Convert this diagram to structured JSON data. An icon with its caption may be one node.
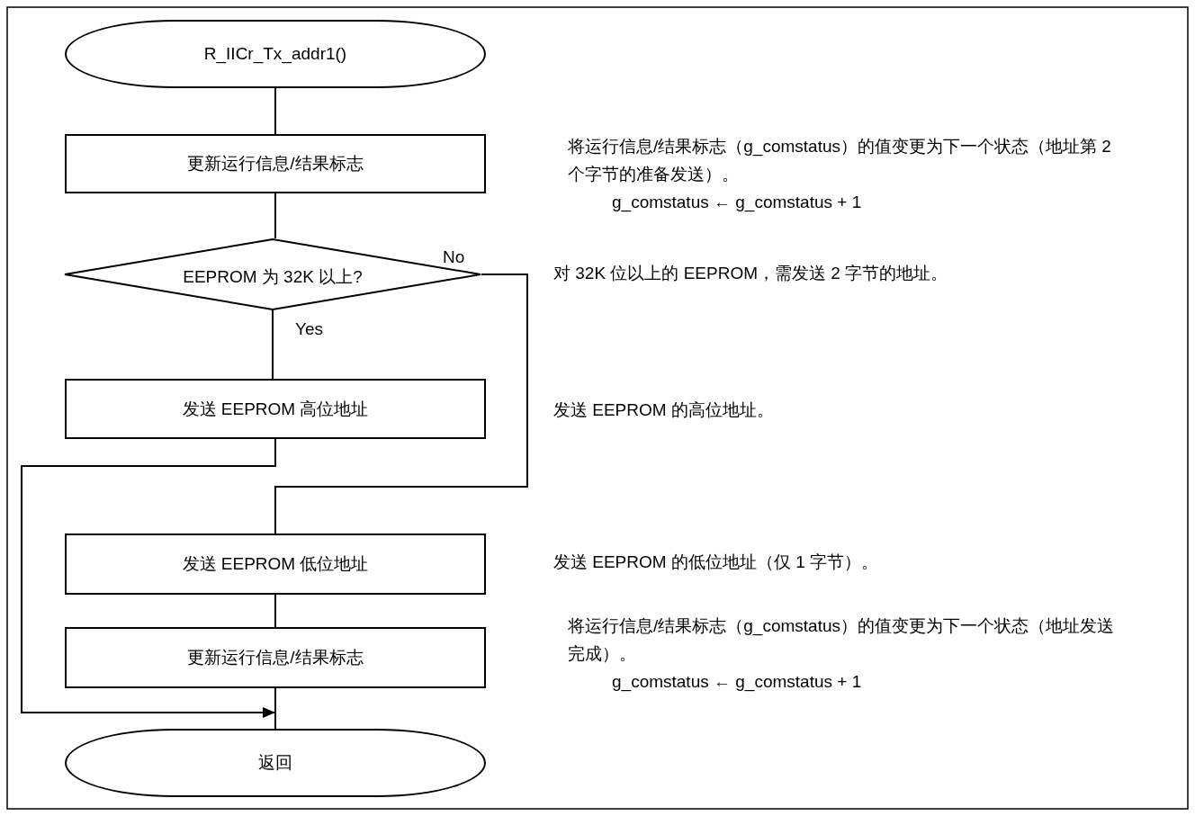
{
  "diagram": {
    "nodes": [
      {
        "text": [
          "R_IICr_Tx_addr1()"
        ]
      },
      {
        "text": [
          "更新运行信息/结果标志"
        ]
      },
      {
        "text": [
          "EEPROM 为 32K 以上?"
        ]
      },
      {
        "text": [
          "发送 EEPROM 高位地址"
        ]
      },
      {
        "text": [
          "发送 EEPROM 低位地址"
        ]
      },
      {
        "text": [
          "更新运行信息/结果标志"
        ]
      },
      {
        "text": [
          "返回"
        ]
      }
    ],
    "edges": [
      {
        "from": 0,
        "to": 1,
        "arrow": "none"
      },
      {
        "from": 1,
        "to": 2,
        "arrow": "none"
      },
      {
        "from": 2,
        "to": 3,
        "arrow": "none",
        "label": "Yes"
      },
      {
        "from": 2,
        "to": 4,
        "arrow": "none",
        "label": "No"
      },
      {
        "from": 3,
        "to": 6,
        "arrow": "to"
      },
      {
        "from": 4,
        "to": 5,
        "arrow": "none"
      },
      {
        "from": 5,
        "to": 6,
        "arrow": "none"
      }
    ],
    "labels": [
      "将运行信息/结果标志（g_comstatus）的值变更为下一个状态（地址第 2 个字节的准备发送）。",
      "g_comstatus ← g_comstatus + 1",
      "对 32K 位以上的 EEPROM，需发送 2 字节的地址。",
      "发送 EEPROM 的高位地址。",
      "发送 EEPROM 的低位地址（仅 1 字节）。",
      "将运行信息/结果标志（g_comstatus）的值变更为下一个状态（地址发送完成）。",
      "g_comstatus ← g_comstatus + 1"
    ]
  }
}
